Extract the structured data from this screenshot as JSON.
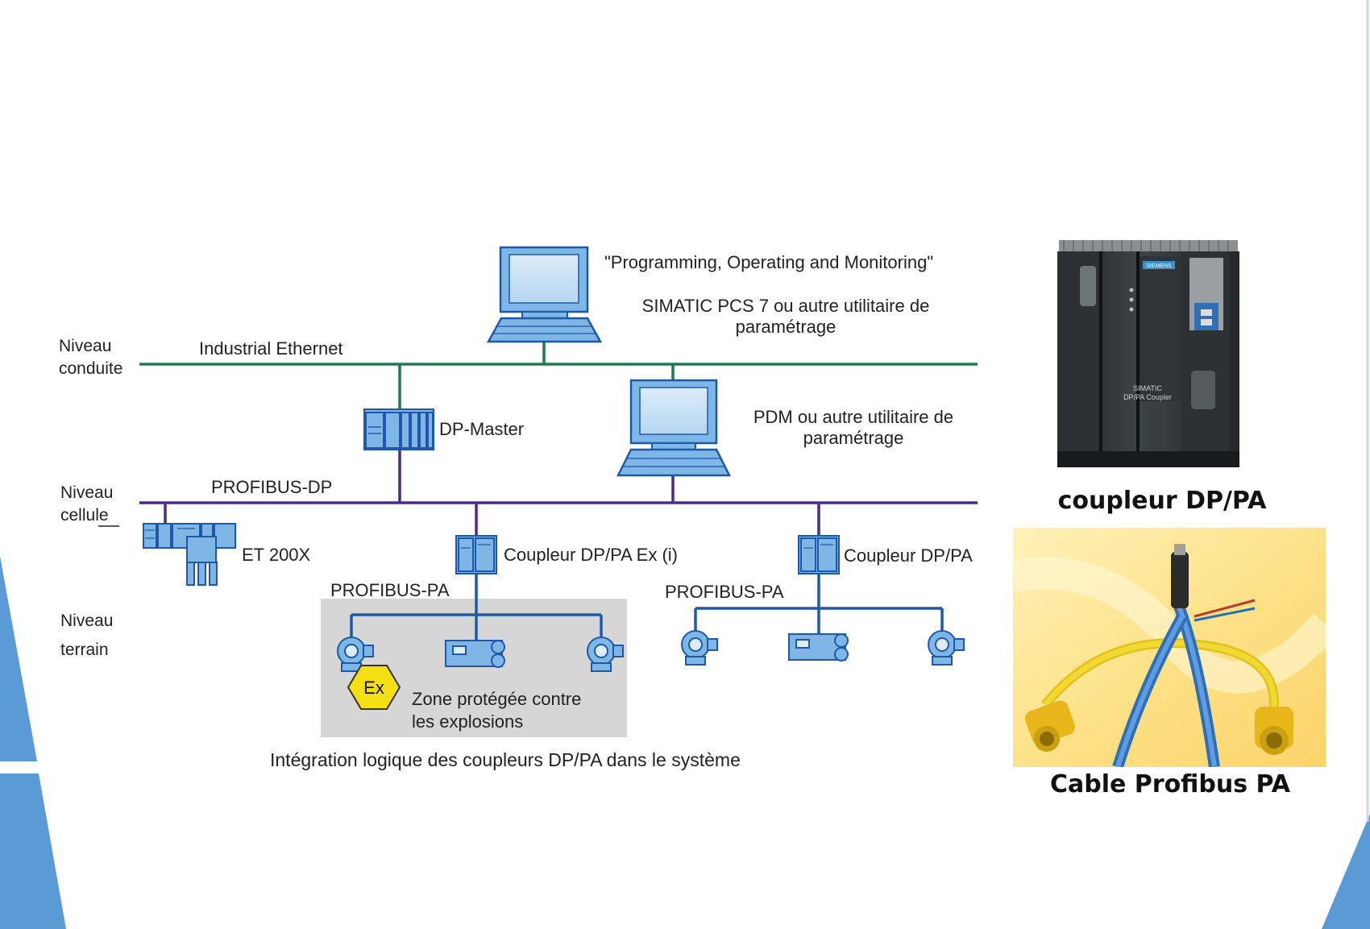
{
  "levels": {
    "conduite": [
      "Niveau",
      "conduite"
    ],
    "cellule": [
      "Niveau",
      "cellule"
    ],
    "terrain": [
      "Niveau",
      "terrain"
    ]
  },
  "top_station": {
    "quote": "\"Programming, Operating and Monitoring\"",
    "line1": "SIMATIC PCS 7 ou autre utilitaire de",
    "line2": "paramétrage"
  },
  "buses": {
    "ethernet": "Industrial Ethernet",
    "dp": "PROFIBUS-DP",
    "pa_left": "PROFIBUS-PA",
    "pa_right": "PROFIBUS-PA"
  },
  "devices": {
    "dp_master": "DP-Master",
    "pdm_line1": "PDM ou autre utilitaire de",
    "pdm_line2": "paramétrage",
    "et200x": "ET 200X",
    "coupler_ex": "Coupleur DP/PA Ex (i)",
    "coupler": "Coupleur DP/PA"
  },
  "ex_zone": {
    "badge": "Ex",
    "line1": "Zone protégée contre",
    "line2": "les explosions"
  },
  "diagram_caption": "Intégration logique des coupleurs DP/PA dans le système",
  "photos": {
    "coupler_caption": "coupleur DP/PA",
    "coupler_module_text": [
      "SIEMENS",
      "SIMATIC",
      "DP/PA Coupler"
    ],
    "cable_caption": "Cable Profibus PA"
  },
  "colors": {
    "ethernet": "#1e7a4e",
    "profibus_dp": "#4b2a8a",
    "profibus_pa": "#1f58a8",
    "device_fill": "#7eb6e6",
    "ex_zone_bg": "#d6d6d6",
    "ex_badge": "#f5de12",
    "accent_blue": "#5b9bd5"
  }
}
